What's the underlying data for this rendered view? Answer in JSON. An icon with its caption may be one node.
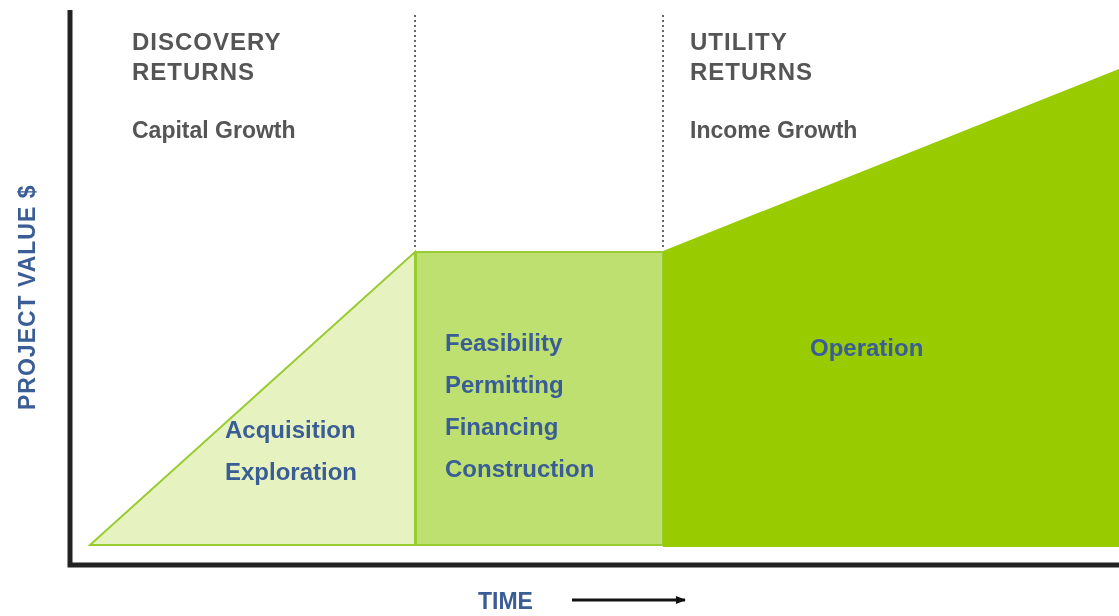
{
  "diagram": {
    "nodes": [
      {
        "text": [
          "Acquisition",
          "Exploration"
        ]
      },
      {
        "text": [
          "Feasibility",
          "Permitting",
          "Financing",
          "Construction"
        ]
      },
      {
        "text": [
          "Operation"
        ]
      }
    ],
    "labels": [
      "DISCOVERY RETURNS",
      "Capital Growth",
      "UTILITY RETURNS",
      "Income Growth",
      "PROJECT VALUE $",
      "TIME"
    ]
  }
}
